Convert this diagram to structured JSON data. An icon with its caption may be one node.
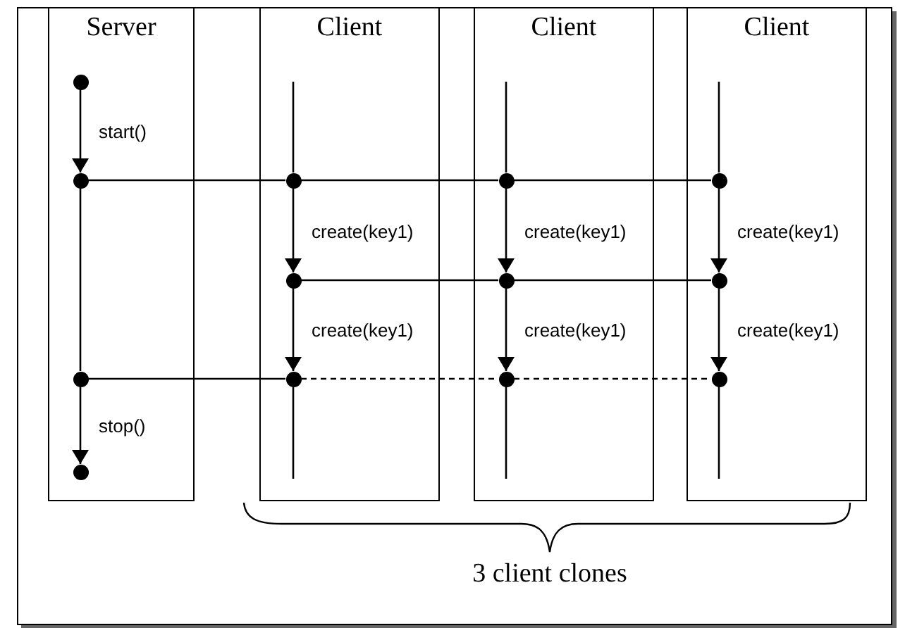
{
  "diagram": {
    "nodes": [
      {
        "text": [],
        "shape": "box"
      },
      {
        "text": [
          "Server"
        ],
        "in": 0
      },
      {
        "text": [
          "Client"
        ],
        "in": 0
      },
      {
        "text": [
          "Client"
        ],
        "in": 0
      },
      {
        "text": [
          "Client"
        ],
        "in": 0
      },
      {
        "text": [],
        "shape": "circle",
        "in": 1
      },
      {
        "text": [],
        "shape": "circle",
        "in": 1
      },
      {
        "text": [],
        "shape": "circle",
        "in": 1
      },
      {
        "text": [],
        "shape": "circle",
        "in": 1
      },
      {
        "text": [],
        "shape": "circle",
        "in": 2
      },
      {
        "text": [],
        "shape": "circle",
        "in": 2
      },
      {
        "text": [],
        "shape": "circle",
        "in": 2
      },
      {
        "text": [],
        "shape": "circle",
        "in": 3
      },
      {
        "text": [],
        "shape": "circle",
        "in": 3
      },
      {
        "text": [],
        "shape": "circle",
        "in": 3
      },
      {
        "text": [],
        "shape": "circle",
        "in": 4
      },
      {
        "text": [],
        "shape": "circle",
        "in": 4
      },
      {
        "text": [],
        "shape": "circle",
        "in": 4
      }
    ],
    "edges": [
      {
        "from": 5,
        "to": 6,
        "arrow": "to",
        "label": "start()"
      },
      {
        "from": 6,
        "to": 7,
        "arrow": "none"
      },
      {
        "from": 7,
        "to": 8,
        "arrow": "to",
        "label": "stop()"
      },
      {
        "from": 6,
        "to": 9,
        "arrow": "none"
      },
      {
        "from": 9,
        "to": 12,
        "arrow": "none"
      },
      {
        "from": 12,
        "to": 15,
        "arrow": "none"
      },
      {
        "from": 10,
        "to": 13,
        "arrow": "none"
      },
      {
        "from": 13,
        "to": 16,
        "arrow": "none"
      },
      {
        "from": 7,
        "to": 11,
        "arrow": "none"
      },
      {
        "from": 11,
        "to": 14,
        "arrow": "none",
        "style": "dashed"
      },
      {
        "from": 14,
        "to": 17,
        "arrow": "none",
        "style": "dashed"
      },
      {
        "from": null,
        "to": 9,
        "arrow": "none"
      },
      {
        "from": 9,
        "to": 10,
        "arrow": "to",
        "label": "create(key1)"
      },
      {
        "from": 10,
        "to": 11,
        "arrow": "to",
        "label": "create(key1)"
      },
      {
        "from": 11,
        "to": null,
        "arrow": "none"
      },
      {
        "from": null,
        "to": 12,
        "arrow": "none"
      },
      {
        "from": 12,
        "to": 13,
        "arrow": "to",
        "label": "create(key1)"
      },
      {
        "from": 13,
        "to": 14,
        "arrow": "to",
        "label": "create(key1)"
      },
      {
        "from": 14,
        "to": null,
        "arrow": "none"
      },
      {
        "from": null,
        "to": 15,
        "arrow": "none"
      },
      {
        "from": 15,
        "to": 16,
        "arrow": "to",
        "label": "create(key1)"
      },
      {
        "from": 16,
        "to": 17,
        "arrow": "to",
        "label": "create(key1)"
      },
      {
        "from": 17,
        "to": null,
        "arrow": "none"
      }
    ],
    "labels": [
      "3 client clones"
    ]
  }
}
